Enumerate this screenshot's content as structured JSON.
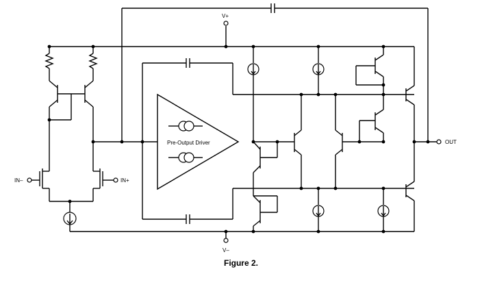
{
  "labels": {
    "vplus": "V+",
    "vminus": "V–",
    "in_minus": "IN–",
    "in_plus": "IN+",
    "out": "OUT",
    "driver": "Pre-Output Driver"
  },
  "caption": "Figure 2."
}
